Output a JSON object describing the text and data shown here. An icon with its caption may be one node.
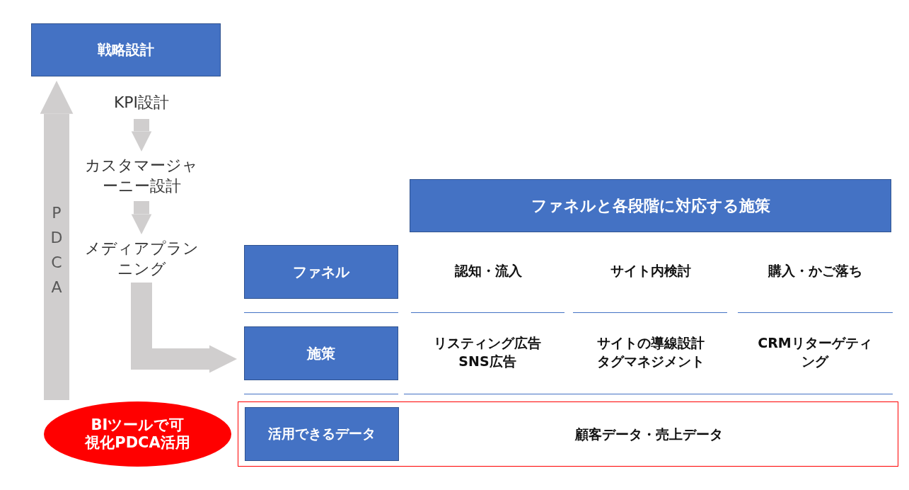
{
  "diagram": {
    "nodes": [
      {
        "text": [
          "戦略設計"
        ]
      },
      {
        "text": [
          "KPI設計"
        ]
      },
      {
        "text": [
          "カスタマージャーニー設計"
        ]
      },
      {
        "text": [
          "メディアプランニング"
        ]
      },
      {
        "text": [
          "ファネルと各段階に対応する施策"
        ]
      },
      {
        "text": [
          "ファネル"
        ]
      },
      {
        "text": [
          "認知・流入"
        ]
      },
      {
        "text": [
          "サイト内検討"
        ]
      },
      {
        "text": [
          "購入・かご落ち"
        ]
      },
      {
        "text": [
          "施策"
        ]
      },
      {
        "text": [
          "リスティング広告SNS広告"
        ]
      },
      {
        "text": [
          "サイトの導線設計タグマネジメント"
        ]
      },
      {
        "text": [
          "CRMリターゲティング"
        ]
      },
      {
        "text": [],
        "shape": "box"
      },
      {
        "text": [
          "活用できるデータ"
        ],
        "in": 13
      },
      {
        "text": [
          "顧客データ・売上データ"
        ],
        "in": 13
      },
      {
        "text": [
          "BIツールで可視化PDCA活用"
        ]
      }
    ],
    "edges": [
      {
        "from": 16,
        "to": 0,
        "arrow": "to",
        "label": "PDCA"
      },
      {
        "from": 1,
        "to": 2,
        "arrow": "to"
      },
      {
        "from": 2,
        "to": 3,
        "arrow": "to"
      },
      {
        "from": 3,
        "to": 9,
        "arrow": "to"
      }
    ]
  }
}
